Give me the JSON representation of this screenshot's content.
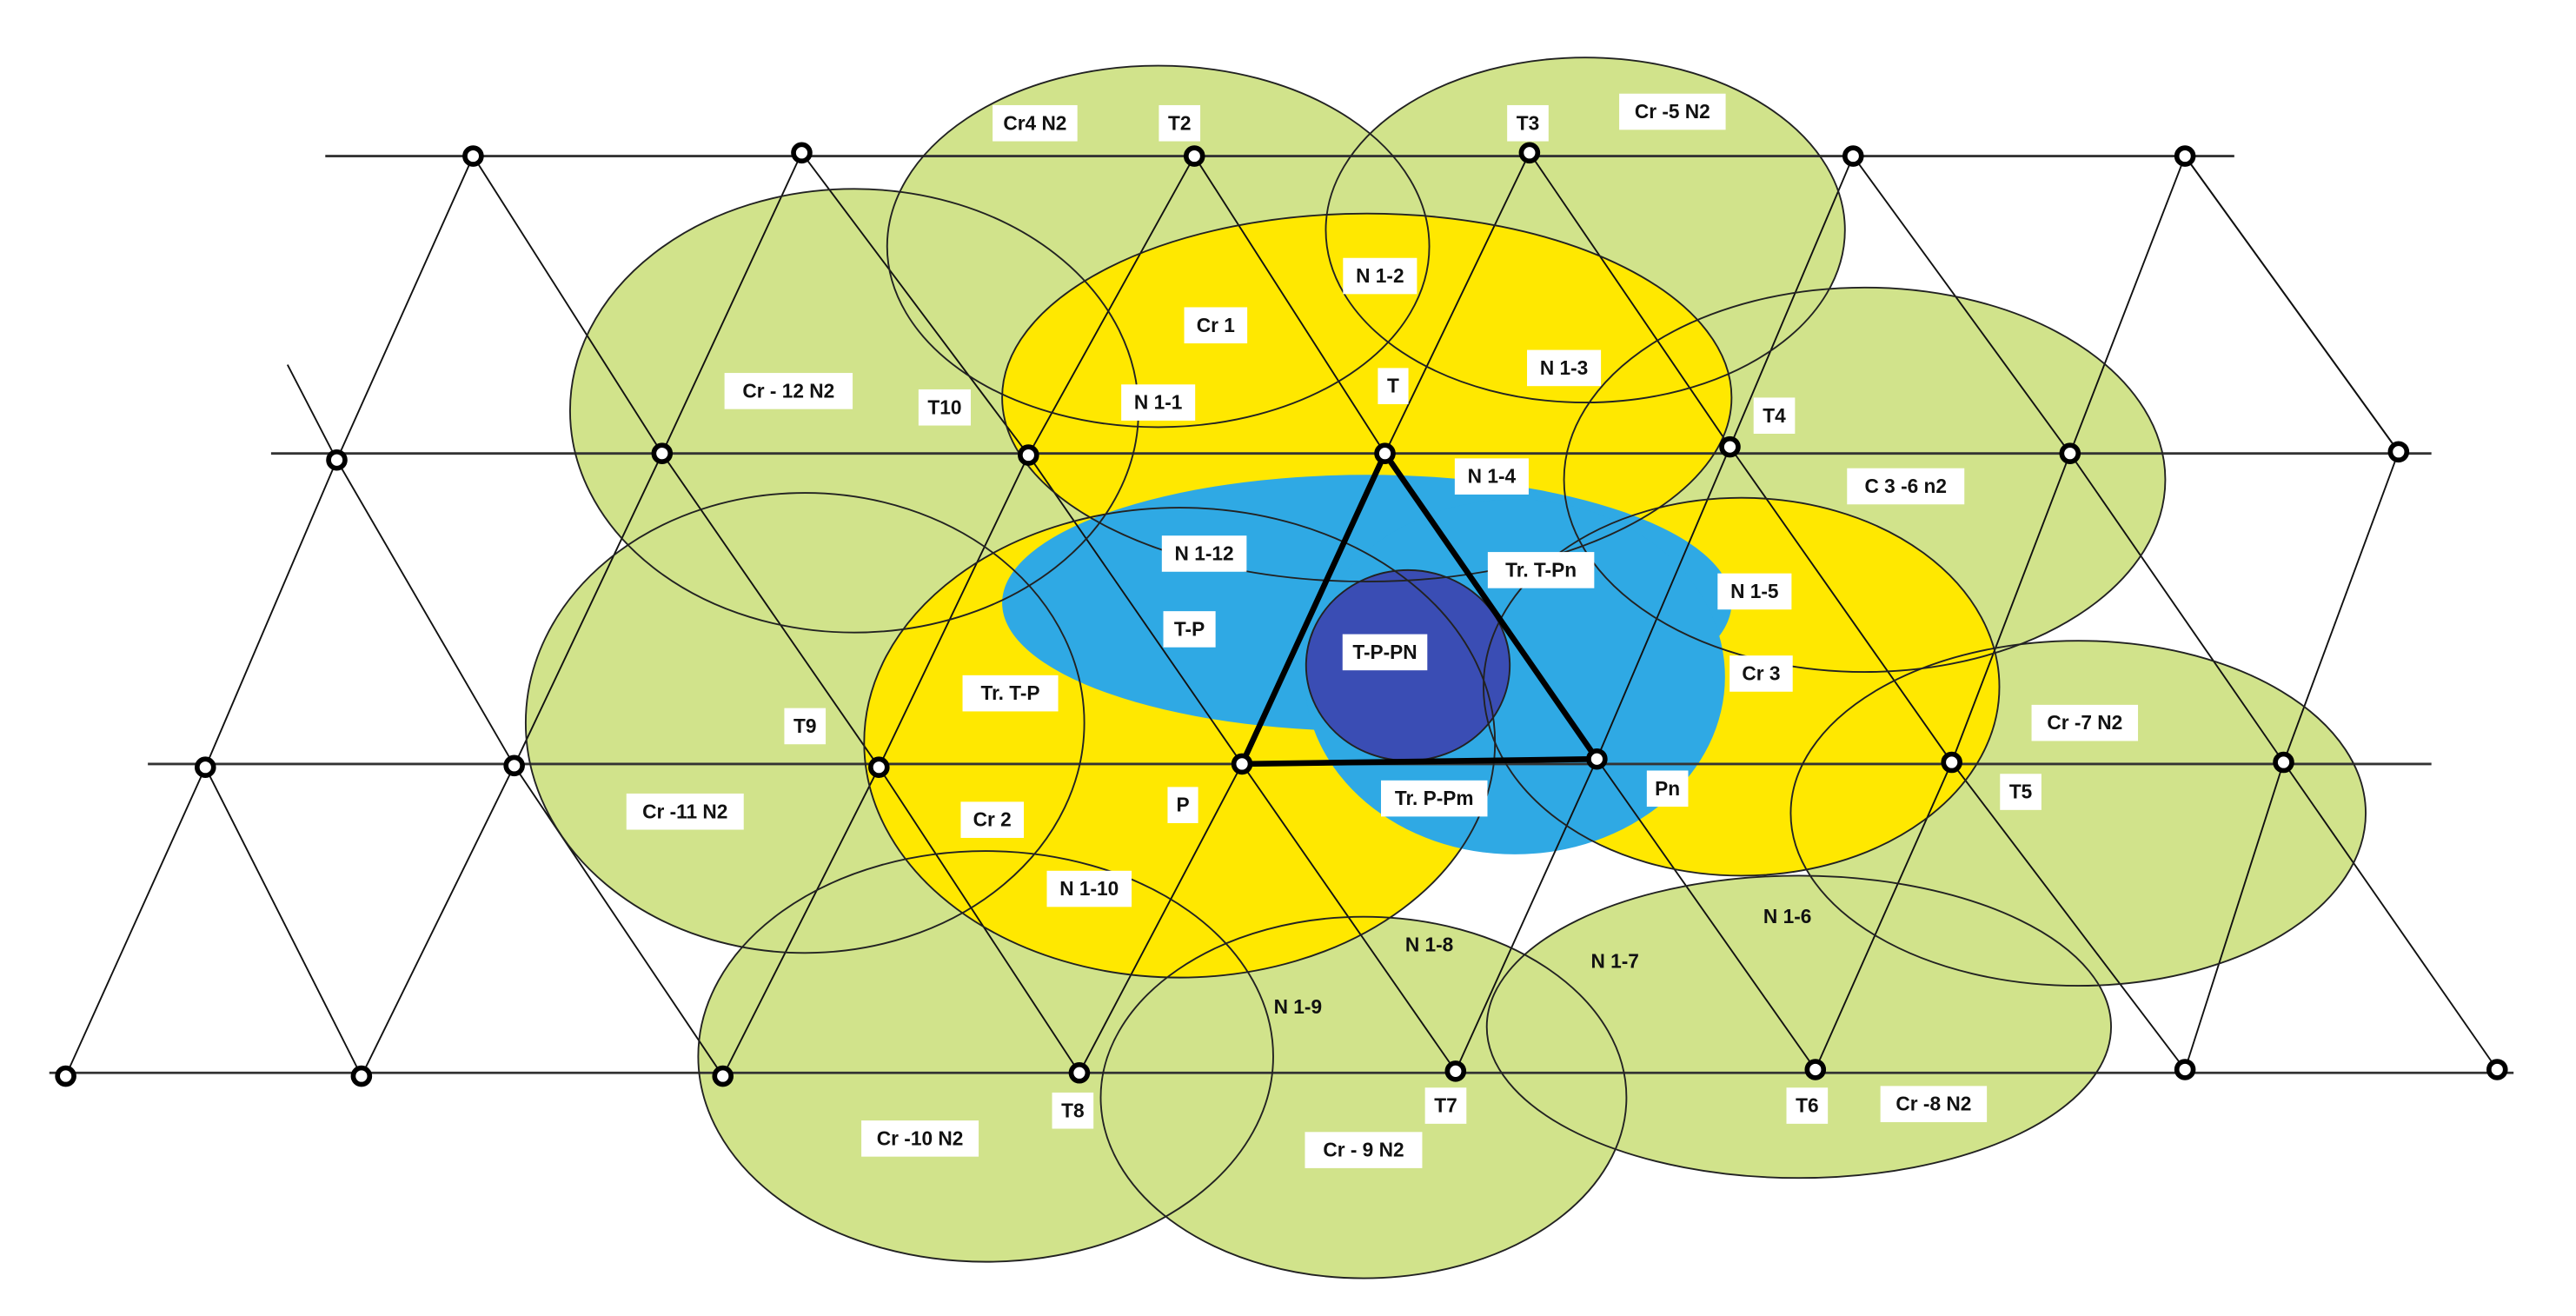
{
  "colors": {
    "coverage_n2": "#d1e38b",
    "coverage_n1": "#ffe800",
    "overlap_two": "#2fa9e4",
    "overlap_three": "#3a4db4",
    "background": "#ffffff"
  },
  "labels": [
    "Cr4 N2",
    "T2",
    "T3",
    "Cr -5 N2",
    "N 1-2",
    "Cr 1",
    "Cr - 12 N2",
    "T10",
    "N 1-1",
    "T",
    "N 1-3",
    "T4",
    "N 1-4",
    "C 3 -6 n2",
    "N 1-12",
    "Tr. T-Pn",
    "N 1-5",
    "T-P",
    "T-P-PN",
    "Cr 3",
    "Tr. T-P",
    "T9",
    "Cr -7 N2",
    "Tr. P-Pm",
    "P",
    "Pn",
    "Cr -11 N2",
    "T5",
    "Cr 2",
    "N 1-10",
    "N 1-6",
    "N 1-8",
    "N 1-7",
    "N 1-9",
    "T8",
    "T7",
    "T6",
    "Cr -8 N2",
    "Cr -10 N2",
    "Cr - 9 N2"
  ]
}
